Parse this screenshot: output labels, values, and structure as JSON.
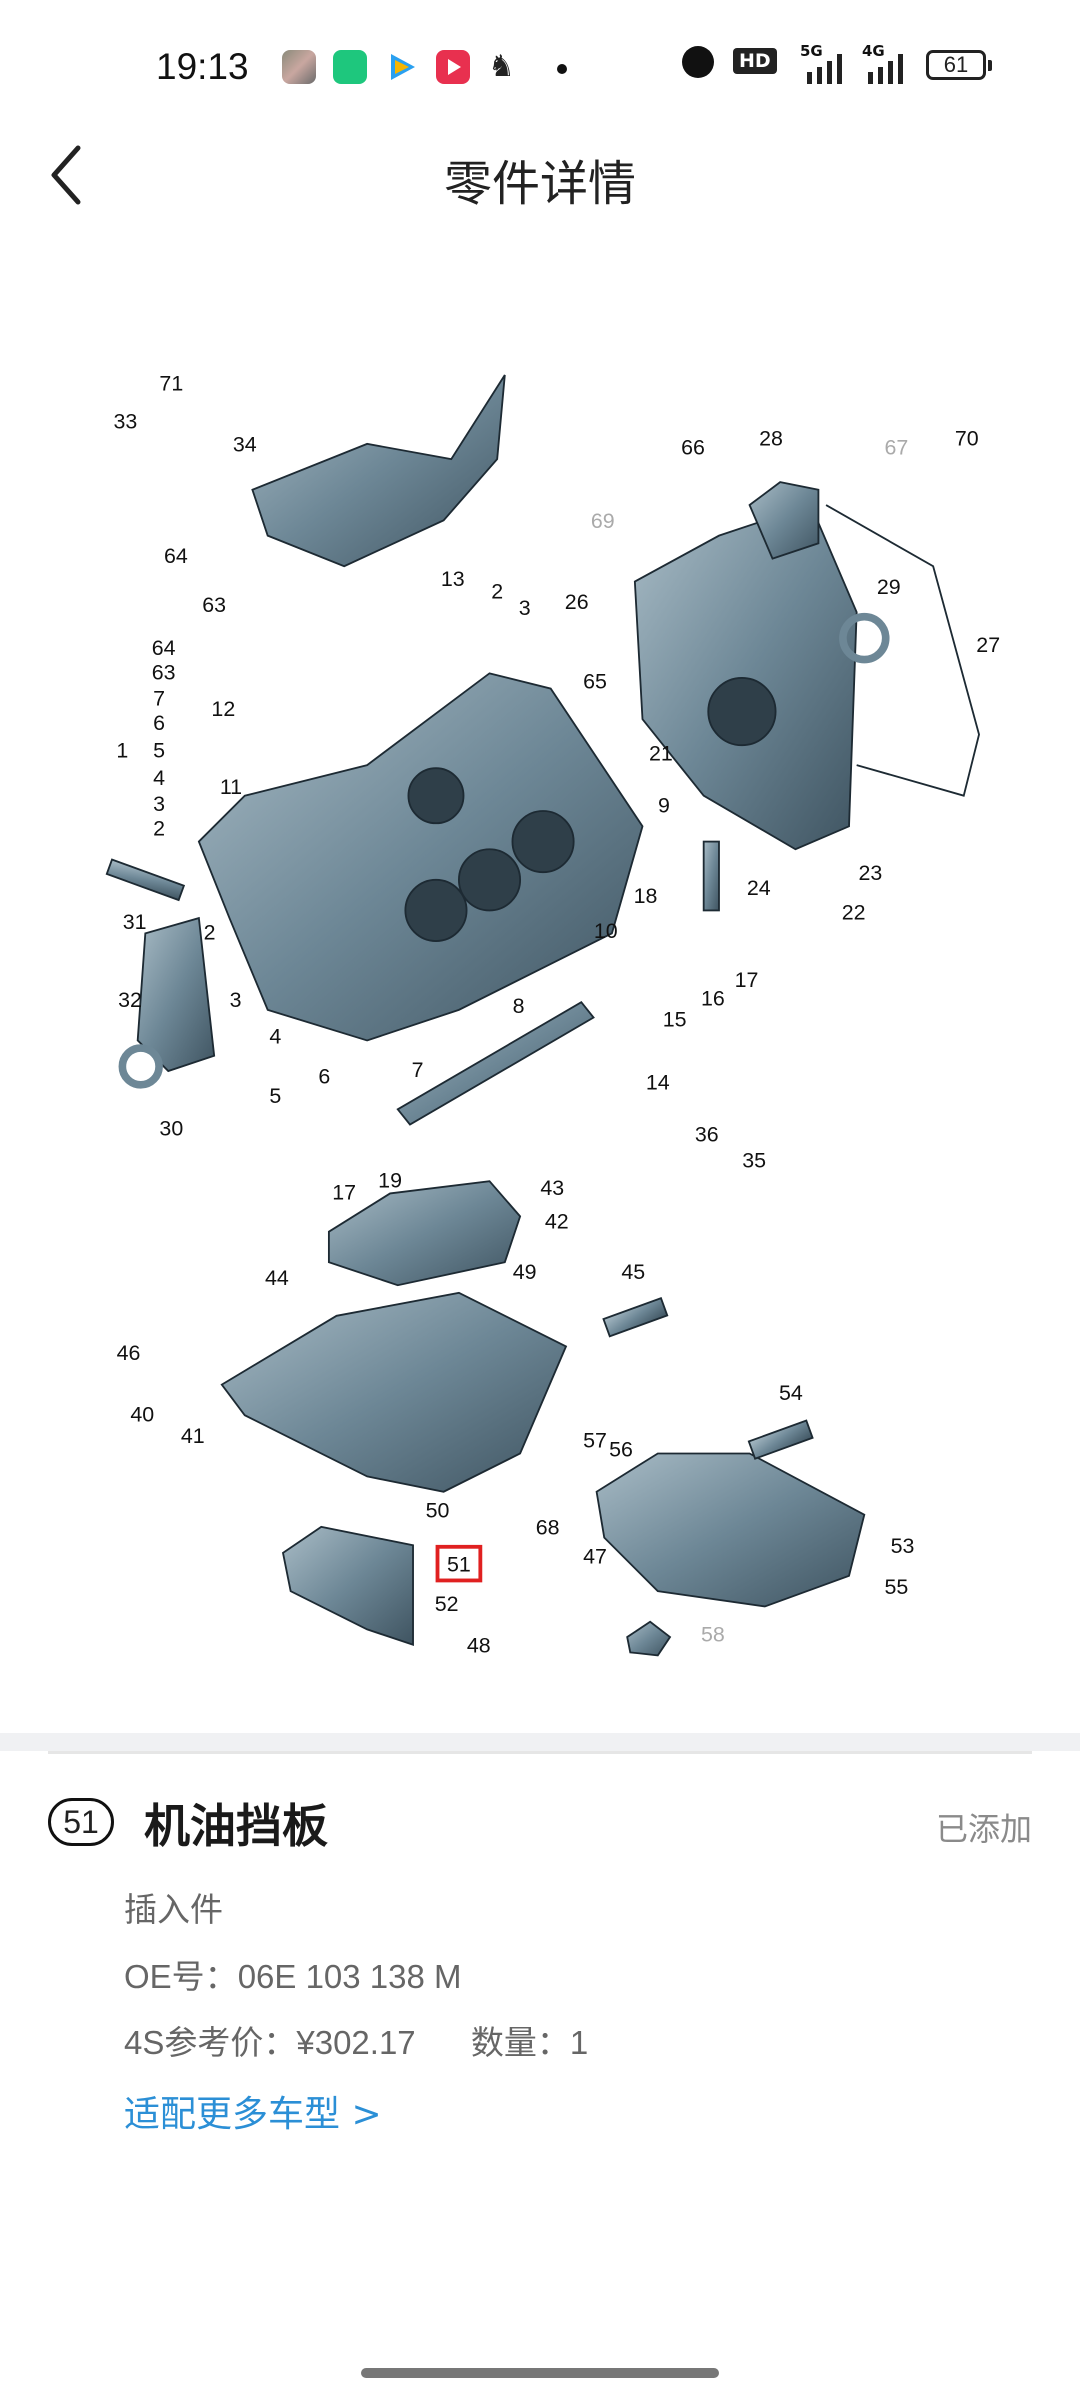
{
  "status_bar": {
    "time": "19:13",
    "notification_icons": [
      "gallery-icon",
      "messages-icon",
      "tencent-video-icon",
      "video-player-icon",
      "game-icon",
      "more-dot"
    ],
    "hd_label": "HD",
    "network_5g": "5G",
    "network_4g": "4G",
    "battery": "61"
  },
  "header": {
    "title": "零件详情",
    "back_icon": "chevron-left-icon"
  },
  "diagram": {
    "part_color": "#6d8796",
    "highlight_color": "#e02020",
    "highlighted": "51",
    "callouts": [
      "71",
      "33",
      "34",
      "64",
      "63",
      "64",
      "63",
      "7",
      "6",
      "1",
      "5",
      "4",
      "3",
      "2",
      "13",
      "2",
      "3",
      "26",
      "65",
      "12",
      "11",
      "66",
      "28",
      "67",
      "70",
      "69",
      "29",
      "27",
      "21",
      "9",
      "24",
      "23",
      "22",
      "31",
      "2",
      "32",
      "3",
      "18",
      "10",
      "17",
      "16",
      "15",
      "8",
      "30",
      "4",
      "6",
      "7",
      "5",
      "14",
      "36",
      "35",
      "17",
      "19",
      "43",
      "42",
      "49",
      "45",
      "44",
      "46",
      "40",
      "41",
      "54",
      "57",
      "56",
      "50",
      "68",
      "47",
      "51",
      "53",
      "55",
      "52",
      "48",
      "58"
    ],
    "dimmed": [
      "67",
      "69",
      "58"
    ]
  },
  "part": {
    "number": "51",
    "name": "机油挡板",
    "status": "已添加",
    "description": "插入件",
    "oe_label": "OE号：",
    "oe_number": "06E 103 138 M",
    "price_label": "4S参考价：",
    "price": "¥302.17",
    "qty_label": "数量：",
    "qty": "1",
    "more_models_link": "适配更多车型 >"
  }
}
